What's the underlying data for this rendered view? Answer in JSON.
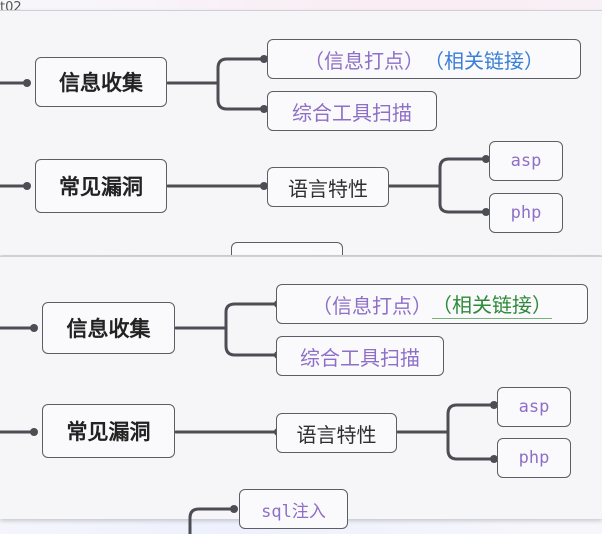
{
  "corner_text": "t02",
  "top_panel": {
    "info_node": "信息收集",
    "info_child_a_open": "（",
    "info_child_a_text": "信息打点",
    "info_child_a_close": "）",
    "info_child_a_link": "（相关链接）",
    "info_child_b": "综合工具扫描",
    "vuln_node": "常见漏洞",
    "vuln_child": "语言特性",
    "lang_child_a": "asp",
    "lang_child_b": "php"
  },
  "bottom_panel": {
    "info_node": "信息收集",
    "info_child_a_open": "（",
    "info_child_a_text": "信息打点",
    "info_child_a_close": "）",
    "info_child_a_link": "（相关链接）",
    "info_child_b": "综合工具扫描",
    "vuln_node": "常见漏洞",
    "vuln_child": "语言特性",
    "lang_child_a": "asp",
    "lang_child_b": "php",
    "sql_node": "sql注入"
  }
}
